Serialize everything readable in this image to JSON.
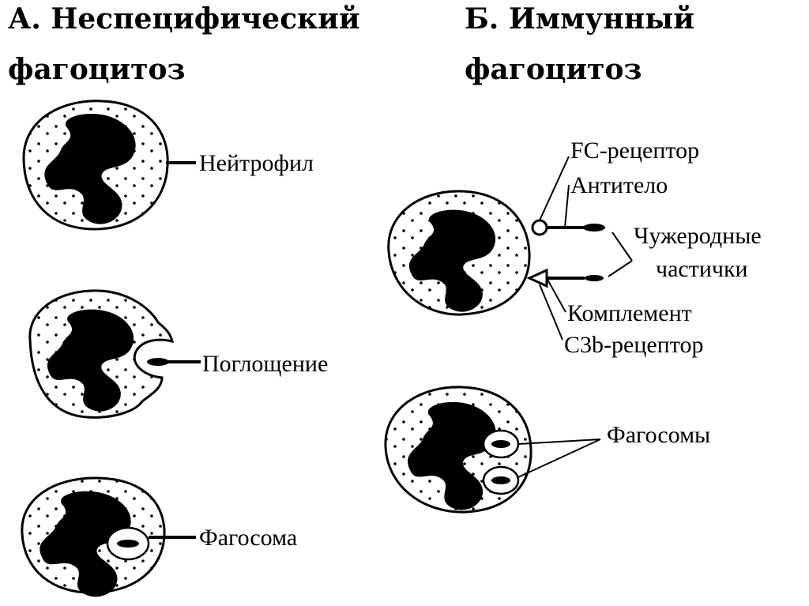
{
  "panel_a": {
    "title_line1": "А. Неспецифический",
    "title_line2": "фагоцитоз",
    "labels": {
      "neutrophil": "Нейтрофил",
      "engulfment": "Поглощение",
      "phagosome": "Фагосома"
    }
  },
  "panel_b": {
    "title_line1": "Б. Иммунный",
    "title_line2": "фагоцитоз",
    "labels": {
      "fc_receptor": "FC-рецептор",
      "antibody": "Антитело",
      "foreign_particles_1": "Чужеродные",
      "foreign_particles_2": "частички",
      "complement": "Комплемент",
      "c3b_receptor": "C3b-рецептор",
      "phagosomes": "Фагосомы"
    }
  }
}
